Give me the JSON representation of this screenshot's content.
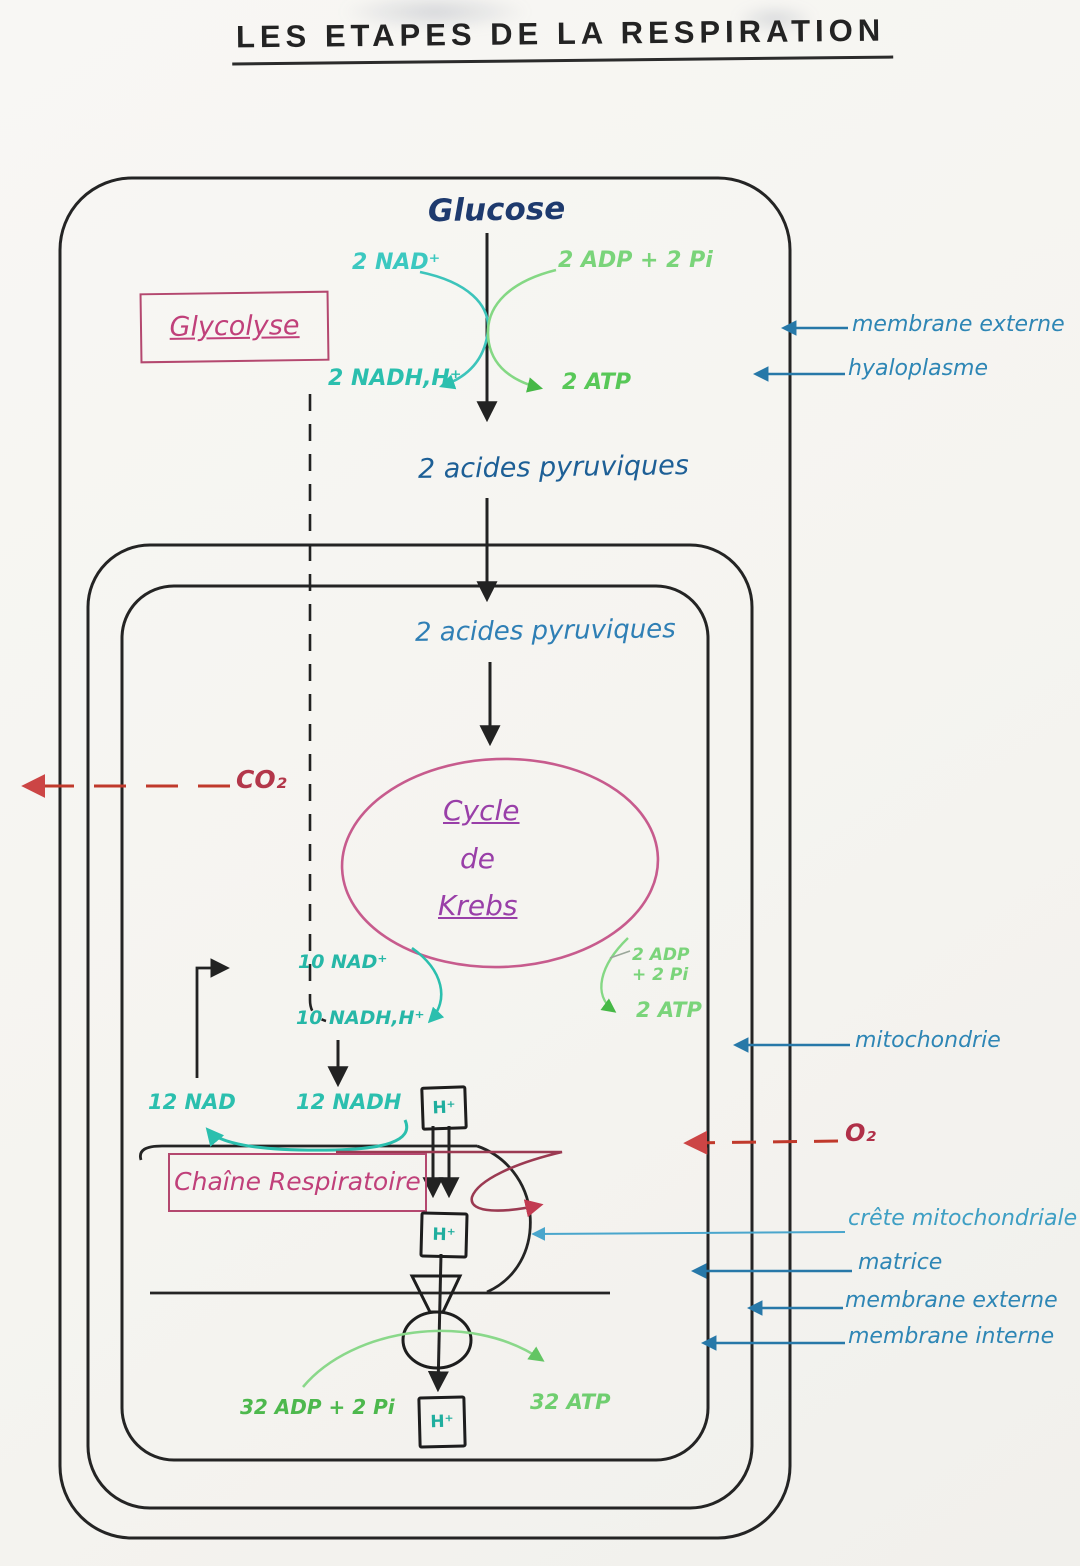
{
  "title": "LES ETAPES DE LA RESPIRATION",
  "colors": {
    "ink": "#222222",
    "teal": "#2bbfae",
    "green_light": "#7ad47a",
    "green": "#58c858",
    "pink": "#c0407a",
    "purple": "#993fa8",
    "blue_handwriting": "#2e86b5",
    "blue_arrow": "#2778a8",
    "red": "#c0392b",
    "maroon": "#9b3a52",
    "dark_blue": "#1e3a6e",
    "ellipse_pink": "#c75b8d"
  },
  "glycolysis": {
    "box_label": "Glycolyse",
    "substrate": "Glucose",
    "cofactor_in": "2 NAD⁺",
    "cofactor_out": "2 NADH,H⁺",
    "adp_in": "2 ADP + 2 Pi",
    "atp_out": "2 ATP",
    "product": "2 acides pyruviques"
  },
  "cell_labels": {
    "membrane_externe": "membrane externe",
    "hyaloplasme": "hyaloplasme"
  },
  "mitochondria": {
    "pyruvate": "2 acides pyruviques",
    "krebs": {
      "line1": "Cycle",
      "line2": "de",
      "line3": "Krebs",
      "nad_in": "10 NAD⁺",
      "nadh_out": "10 NADH,H⁺",
      "adp_in": "2 ADP\n+ 2 Pi",
      "atp_out": "2 ATP"
    },
    "co2": "CO₂",
    "o2": "O₂",
    "label_mitochondrie": "mitochondrie",
    "pool_nad": "12 NAD",
    "pool_nadh": "12 NADH",
    "chain_box_label": "Chaîne Respiratoire",
    "proton": "H⁺",
    "labels": {
      "crete": "crête mitochondriale",
      "matrice": "matrice",
      "membrane_externe": "membrane externe",
      "membrane_interne": "membrane interne"
    },
    "synthase": {
      "adp_in": "32 ADP + 2 Pi",
      "atp_out": "32 ATP"
    }
  }
}
